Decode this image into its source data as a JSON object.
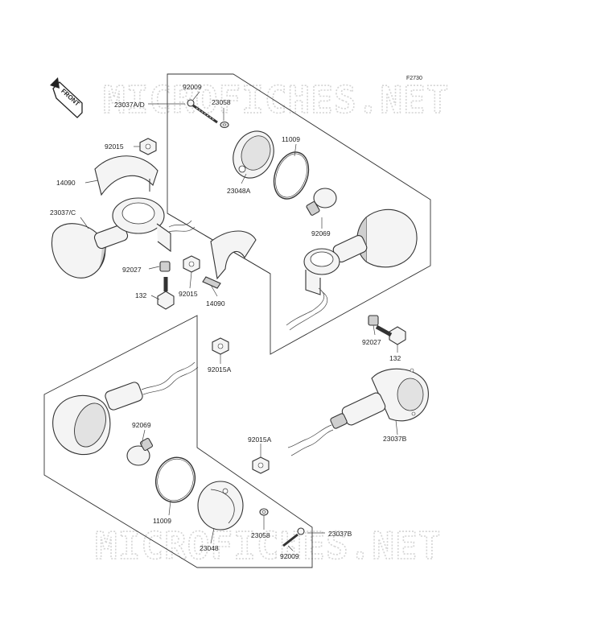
{
  "figure": {
    "ref_code": "F2730",
    "front_marker": "FRONT",
    "watermark": "MICROFICHES.NET"
  },
  "labels": {
    "p92009_top": "92009",
    "p23037ad": "23037A/D",
    "p23058_top": "23058",
    "p92015_a": "92015",
    "p11009_top": "11009",
    "p14090_a": "14090",
    "p23048a": "23048A",
    "p23037c": "23037/C",
    "p92069_top": "92069",
    "p92027_left": "92027",
    "p132_left": "132",
    "p92015_b": "92015",
    "p14090_b": "14090",
    "p92027_right": "92027",
    "p132_right": "132",
    "p92015a_top": "92015A",
    "p92069_bot": "92069",
    "p92015a_bot": "92015A",
    "p23037b_right": "23037B",
    "p11009_bot": "11009",
    "p23058_bot": "23058",
    "p23037b_bot": "23037B",
    "p23048": "23048",
    "p92009_bot": "92009"
  }
}
